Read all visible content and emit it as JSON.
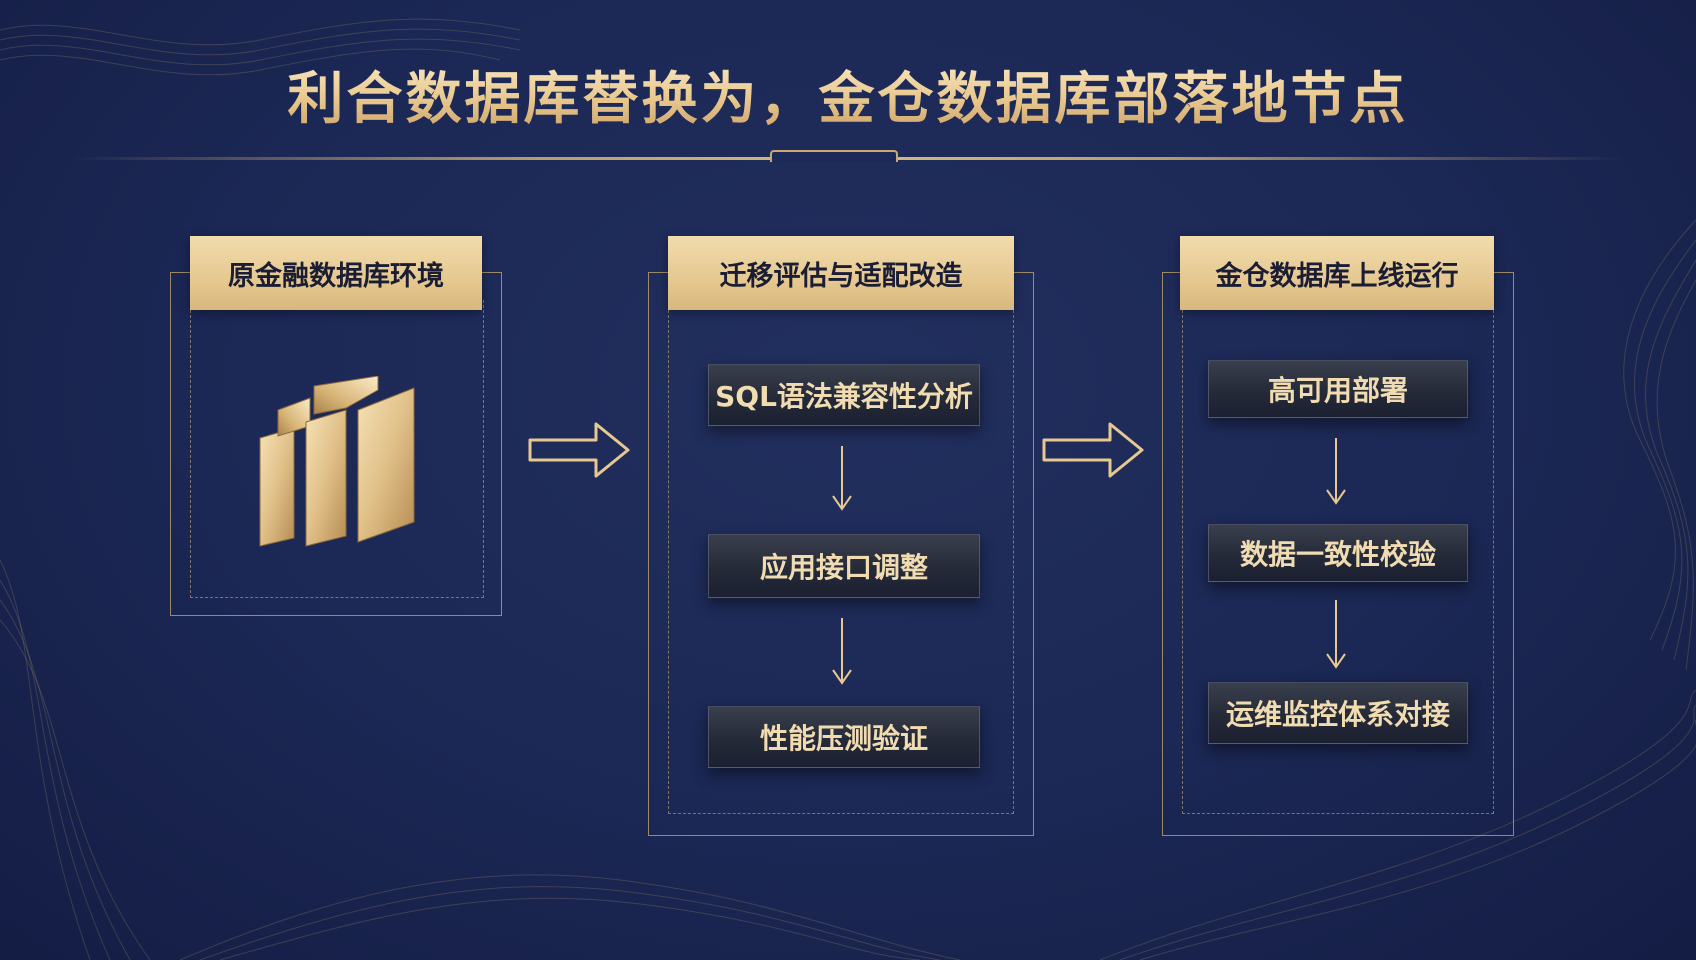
{
  "title": "利合数据库替换为，金仓数据库部落地节点",
  "colors": {
    "background": "#1b2754",
    "gold": "#e6c890",
    "gold_line": "#c9a96e",
    "step_text": "#f1dcb1",
    "header_text": "#1a1d33"
  },
  "panels": [
    {
      "header": "原金融数据库环境",
      "icon": "database-building-icon",
      "steps": []
    },
    {
      "header": "迁移评估与适配改造",
      "steps": [
        "SQL语法兼容性分析",
        "应用接口调整",
        "性能压测验证"
      ]
    },
    {
      "header": "金仓数据库上线运行",
      "steps": [
        "高可用部署",
        "数据一致性校验",
        "运维监控体系对接"
      ]
    }
  ]
}
